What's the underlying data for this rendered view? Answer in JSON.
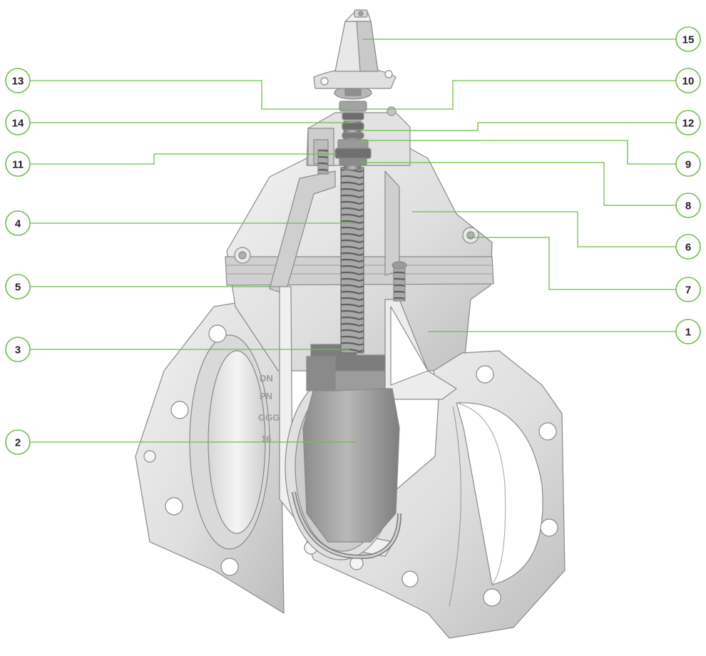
{
  "colors": {
    "leader": "#6cbf4a",
    "callout_stroke": "#6cbf4a",
    "callout_fill": "#ffffff",
    "callout_text": "#222222",
    "valve_body": "#e4e4e4",
    "valve_shade": "#c8c8c8",
    "valve_dark": "#9a9a9a",
    "valve_edge": "#8a8a8a"
  },
  "callouts": [
    {
      "label": "13"
    },
    {
      "label": "14"
    },
    {
      "label": "11"
    },
    {
      "label": "4"
    },
    {
      "label": "5"
    },
    {
      "label": "3"
    },
    {
      "label": "2"
    },
    {
      "label": "15"
    },
    {
      "label": "10"
    },
    {
      "label": "12"
    },
    {
      "label": "9"
    },
    {
      "label": "8"
    },
    {
      "label": "6"
    },
    {
      "label": "7"
    },
    {
      "label": "1"
    }
  ],
  "casting_marks": [
    "DN",
    "PN",
    "GGG",
    "16"
  ]
}
